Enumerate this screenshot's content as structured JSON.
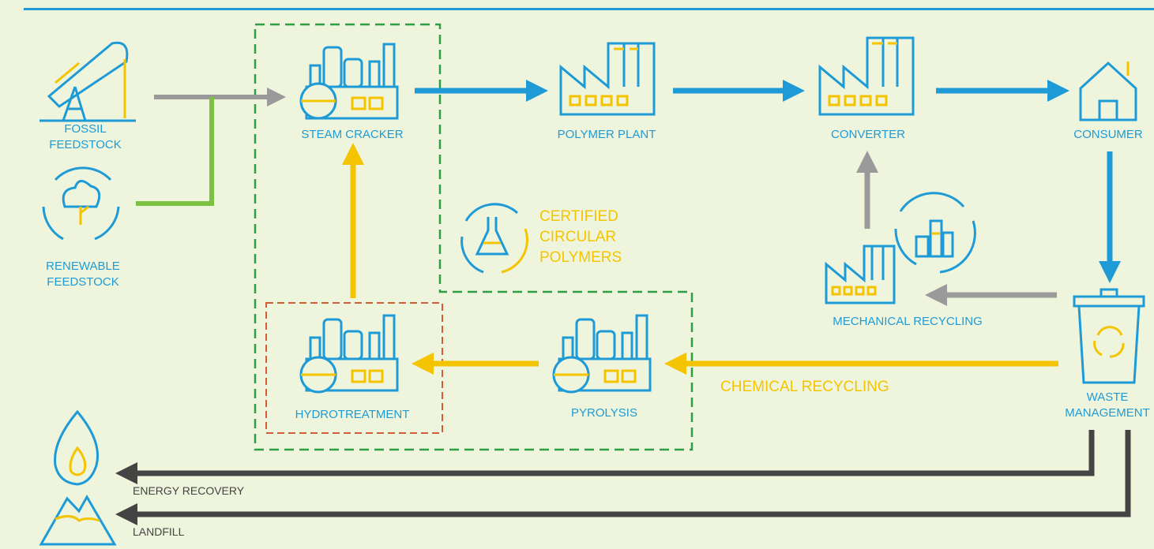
{
  "nodes": {
    "fossil": {
      "line1": "FOSSIL",
      "line2": "FEEDSTOCK"
    },
    "renewable": {
      "line1": "RENEWABLE",
      "line2": "FEEDSTOCK"
    },
    "steam_cracker": "STEAM CRACKER",
    "polymer_plant": "POLYMER PLANT",
    "converter": "CONVERTER",
    "consumer": "CONSUMER",
    "certified": {
      "line1": "CERTIFIED",
      "line2": "CIRCULAR",
      "line3": "POLYMERS"
    },
    "mechanical_recycling": "MECHANICAL RECYCLING",
    "waste": {
      "line1": "WASTE",
      "line2": "MANAGEMENT"
    },
    "hydrotreatment": "HYDROTREATMENT",
    "pyrolysis": "PYROLYSIS",
    "chemical_recycling": "CHEMICAL RECYCLING",
    "energy_recovery": "ENERGY RECOVERY",
    "landfill": "LANDFILL"
  },
  "colors": {
    "blue": "#1e9bd7",
    "yellow": "#f5c400",
    "grey": "#9a9a9a",
    "dark": "#444444",
    "green_line": "#7cc242",
    "green_box": "#2e9e44",
    "red_box": "#d95b35"
  },
  "icons": [
    "oil-pump-icon",
    "tree-cycle-icon",
    "steam-cracker-icon",
    "factory-icon",
    "house-icon",
    "flask-cycle-icon",
    "bottles-cycle-icon",
    "waste-bin-icon",
    "flame-mountain-icon"
  ]
}
